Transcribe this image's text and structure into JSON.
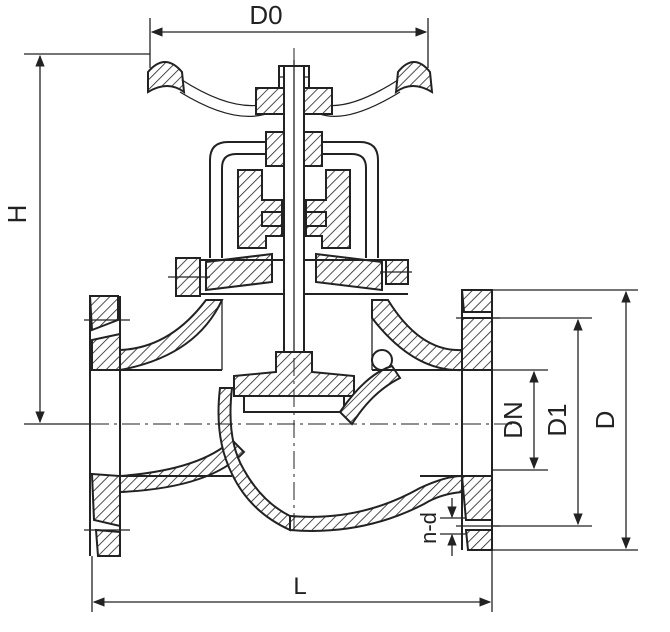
{
  "labels": {
    "handwheel_diameter": "D0",
    "height": "H",
    "nominal_diameter": "DN",
    "bolt_circle_diameter": "D1",
    "flange_diameter": "D",
    "bolt_holes": "n-d",
    "length": "L"
  },
  "colors": {
    "line": "#222222",
    "background": "#ffffff"
  }
}
